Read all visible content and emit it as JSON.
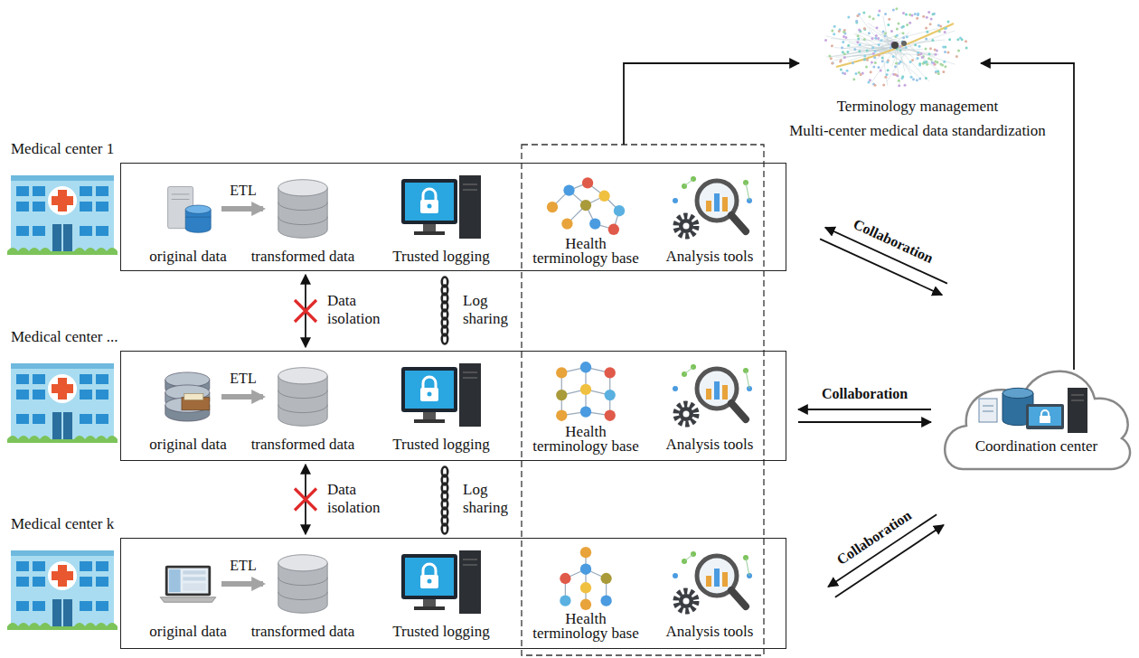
{
  "diagram": {
    "nodes": [
      {
        "text": [
          "Medical center 1"
        ]
      },
      {
        "text": [
          "original data"
        ],
        "in": 0
      },
      {
        "text": [
          "transformed data"
        ],
        "in": 0
      },
      {
        "text": [
          "Trusted logging"
        ],
        "in": 0
      },
      {
        "text": [
          "Health terminology base"
        ],
        "in": 0
      },
      {
        "text": [
          "Analysis tools"
        ],
        "in": 0
      },
      {
        "text": [
          "Medical center ..."
        ]
      },
      {
        "text": [
          "original data"
        ],
        "in": 6
      },
      {
        "text": [
          "transformed data"
        ],
        "in": 6
      },
      {
        "text": [
          "Trusted logging"
        ],
        "in": 6
      },
      {
        "text": [
          "Health terminology base"
        ],
        "in": 6
      },
      {
        "text": [
          "Analysis tools"
        ],
        "in": 6
      },
      {
        "text": [
          "Medical center k"
        ]
      },
      {
        "text": [
          "original data"
        ],
        "in": 12
      },
      {
        "text": [
          "transformed data"
        ],
        "in": 12
      },
      {
        "text": [
          "Trusted logging"
        ],
        "in": 12
      },
      {
        "text": [
          "Health terminology base"
        ],
        "in": 12
      },
      {
        "text": [
          "Analysis tools"
        ],
        "in": 12
      },
      {
        "text": [
          "Coordination center"
        ]
      },
      {
        "text": [
          "Terminology management",
          "Multi-center medical data standardization"
        ]
      }
    ],
    "edges": [
      {
        "from": 1,
        "to": 2,
        "arrow": "to",
        "label": "ETL"
      },
      {
        "from": 7,
        "to": 8,
        "arrow": "to",
        "label": "ETL"
      },
      {
        "from": 13,
        "to": 14,
        "arrow": "to",
        "label": "ETL"
      },
      {
        "from": 0,
        "to": 6,
        "arrow": "both",
        "label": "Data isolation"
      },
      {
        "from": 0,
        "to": 6,
        "arrow": "none",
        "label": "Log sharing"
      },
      {
        "from": 6,
        "to": 12,
        "arrow": "both",
        "label": "Data isolation"
      },
      {
        "from": 6,
        "to": 12,
        "arrow": "none",
        "label": "Log sharing"
      },
      {
        "from": 0,
        "to": 18,
        "arrow": "to",
        "label": "Collaboration"
      },
      {
        "from": 18,
        "to": 0,
        "arrow": "to"
      },
      {
        "from": 6,
        "to": 18,
        "arrow": "to",
        "label": "Collaboration"
      },
      {
        "from": 18,
        "to": 6,
        "arrow": "to"
      },
      {
        "from": 12,
        "to": 18,
        "arrow": "to",
        "label": "Collaboration"
      },
      {
        "from": 18,
        "to": 12,
        "arrow": "to"
      },
      {
        "from": 18,
        "to": 19,
        "arrow": "to"
      }
    ]
  }
}
